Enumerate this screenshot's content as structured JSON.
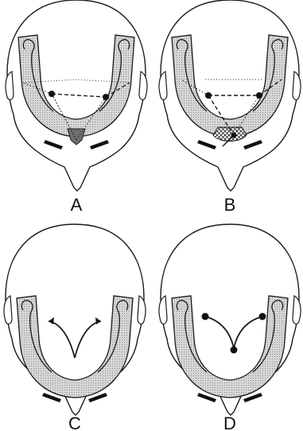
{
  "panels": [
    {
      "id": "A",
      "label": "A"
    },
    {
      "id": "B",
      "label": "B"
    },
    {
      "id": "C",
      "label": "C"
    },
    {
      "id": "D",
      "label": "D"
    }
  ],
  "colors": {
    "outline": "#1a1a1a",
    "arch_fill": "#c9c9c9",
    "highlight_fill": "#6f6f6f",
    "background": "#ffffff"
  }
}
